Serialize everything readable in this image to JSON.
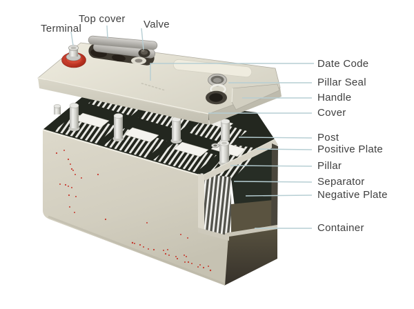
{
  "diagram": {
    "type": "battery-exploded-cutaway-view",
    "labels": {
      "terminal": {
        "text": "Terminal"
      },
      "top_cover": {
        "text": "Top cover"
      },
      "valve": {
        "text": "Valve"
      },
      "date_code": {
        "text": "Date Code"
      },
      "pillar_seal": {
        "text": "Pillar Seal"
      },
      "handle": {
        "text": "Handle"
      },
      "cover": {
        "text": "Cover"
      },
      "post": {
        "text": "Post"
      },
      "positive_plate": {
        "text": "Positive Plate"
      },
      "pillar": {
        "text": "Pillar"
      },
      "separator": {
        "text": "Separator"
      },
      "negative_plate": {
        "text": "Negative Plate"
      },
      "container": {
        "text": "Container"
      }
    },
    "colors": {
      "label_text": "#3e3e3e",
      "leader_line": "#b6ced3",
      "cover_cream": "#e6e3d6",
      "container_front": "#d5d1c3",
      "container_side": "#4c463a",
      "interior_dark": "#272d25",
      "interior_brown": "#5a5340",
      "terminal_ring_red": "#c23826",
      "plate_stripe_light": "#e9e9e4",
      "speckle_red": "#c4271c"
    }
  }
}
